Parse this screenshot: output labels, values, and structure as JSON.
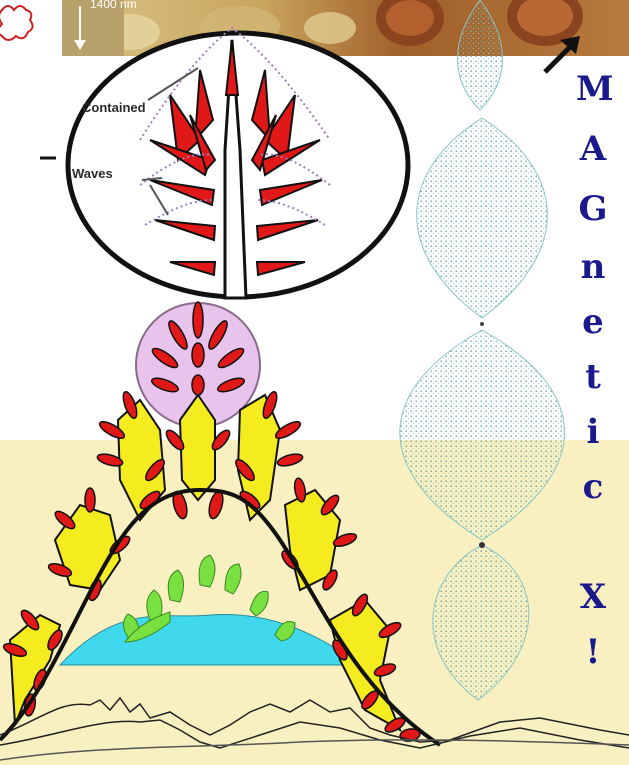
{
  "photo_strip": {
    "scale_label": "1400 nm"
  },
  "inset": {
    "label_top": "Contained",
    "label_bottom": "Waves"
  },
  "vertical_title": [
    "M",
    "A",
    "G",
    "n",
    "e",
    "t",
    "i",
    "c",
    "X",
    "!"
  ],
  "colors": {
    "yellow_band": "#f8f0c0",
    "title_blue": "#1a1a8c",
    "fractal_red": "#e01818",
    "fractal_yellow": "#f5ec20",
    "cyan_dome": "#40d8ec",
    "green_lobes": "#78e040",
    "pink_circle": "#e8c4ec",
    "helix_teal": "#8ac4c4"
  }
}
